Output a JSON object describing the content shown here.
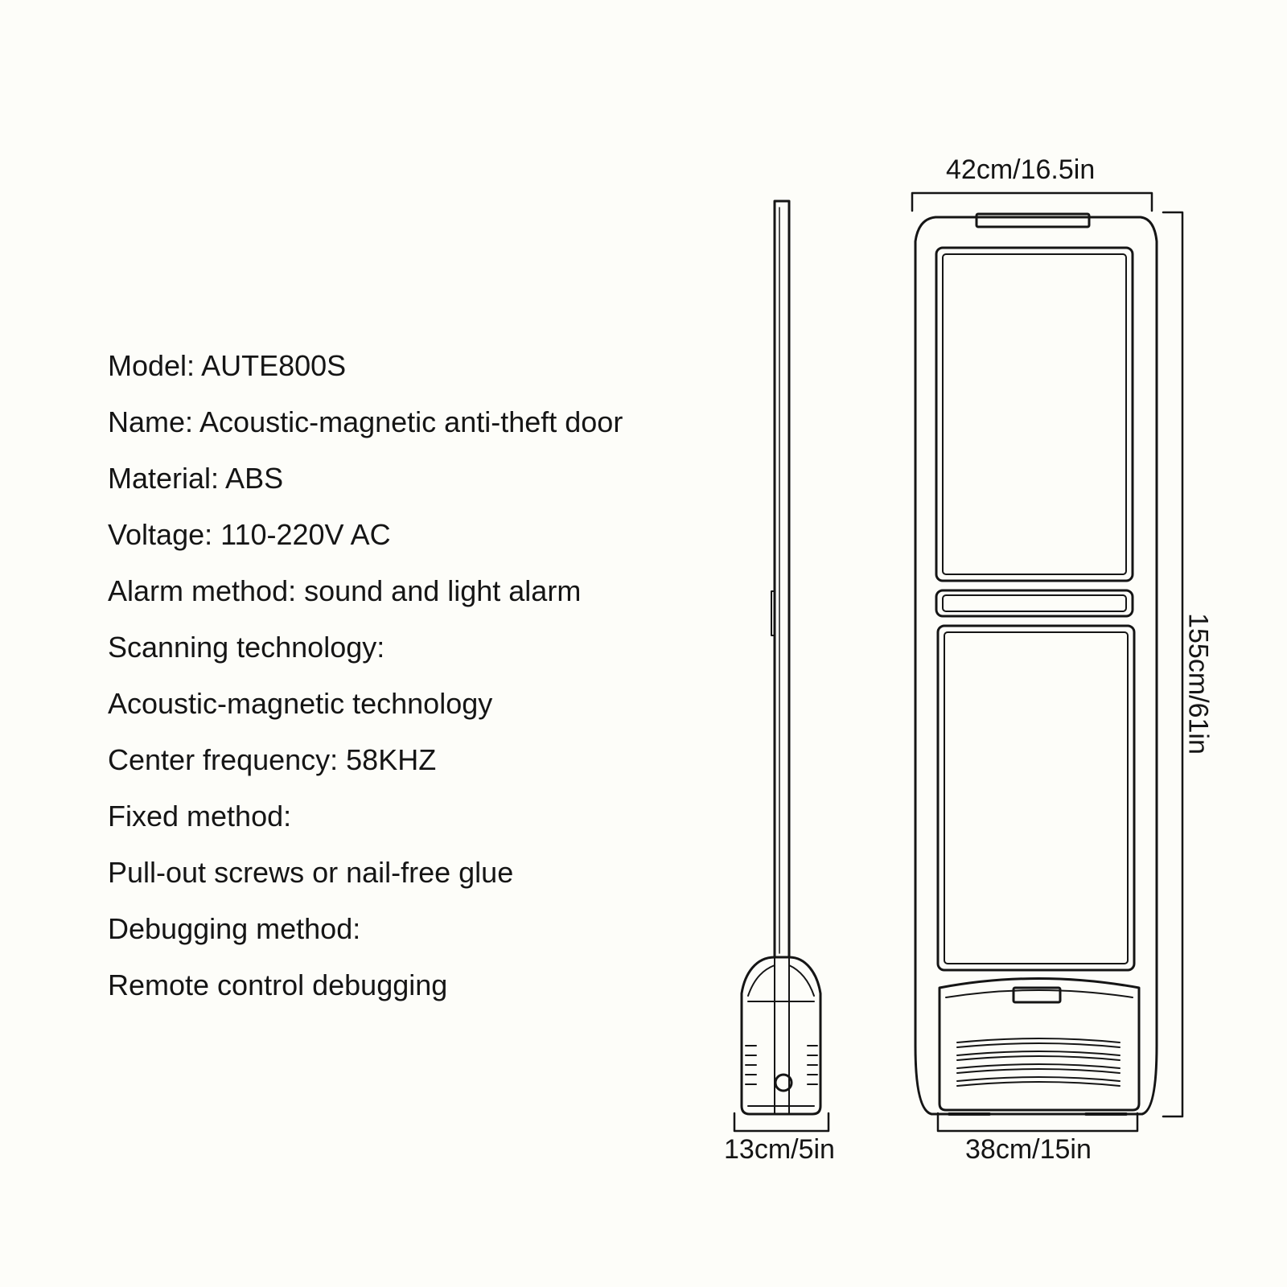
{
  "specs": [
    "Model: AUTE800S",
    "Name: Acoustic-magnetic anti-theft door",
    "Material: ABS",
    "Voltage: 110-220V AC",
    "Alarm method: sound and light alarm",
    "Scanning technology:",
    "Acoustic-magnetic technology",
    "Center frequency: 58KHZ",
    "Fixed method:",
    "Pull-out screws or nail-free glue",
    "Debugging method:",
    "Remote control debugging"
  ],
  "dimensions": {
    "width_top": "42cm/16.5in",
    "height": "155cm/61in",
    "side_depth": "13cm/5in",
    "base_width": "38cm/15in"
  },
  "colors": {
    "line": "#151515",
    "background": "#fdfdf9"
  }
}
